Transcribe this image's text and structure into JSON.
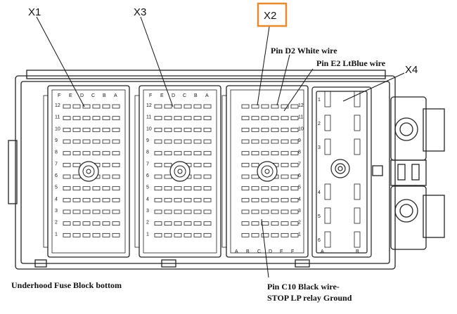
{
  "labels": {
    "x1": "X1",
    "x3": "X3",
    "x2": "X2",
    "x4": "X4",
    "pin_d2": "Pin D2 White wire",
    "pin_e2": "Pin E2 LtBlue wire",
    "pin_c10_line1": "Pin C10 Black wire-",
    "pin_c10_line2": "STOP LP relay Ground",
    "caption": "Underhood Fuse Block bottom"
  },
  "connector_columns_top": [
    "F",
    "E",
    "D",
    "C",
    "B",
    "A"
  ],
  "connector_columns_bottom": [
    "A",
    "B",
    "C",
    "D",
    "E",
    "F"
  ],
  "connector_rows_desc": [
    "12",
    "11",
    "10",
    "9",
    "8",
    "7",
    "6",
    "5",
    "4",
    "3",
    "2",
    "1"
  ],
  "x4_pins": [
    "1",
    "2",
    "3",
    "4",
    "5",
    "6"
  ],
  "x4_bottom": [
    "A",
    "B"
  ],
  "colors": {
    "outline": "#222222",
    "highlight": "#e8892a",
    "fill": "#ffffff"
  }
}
